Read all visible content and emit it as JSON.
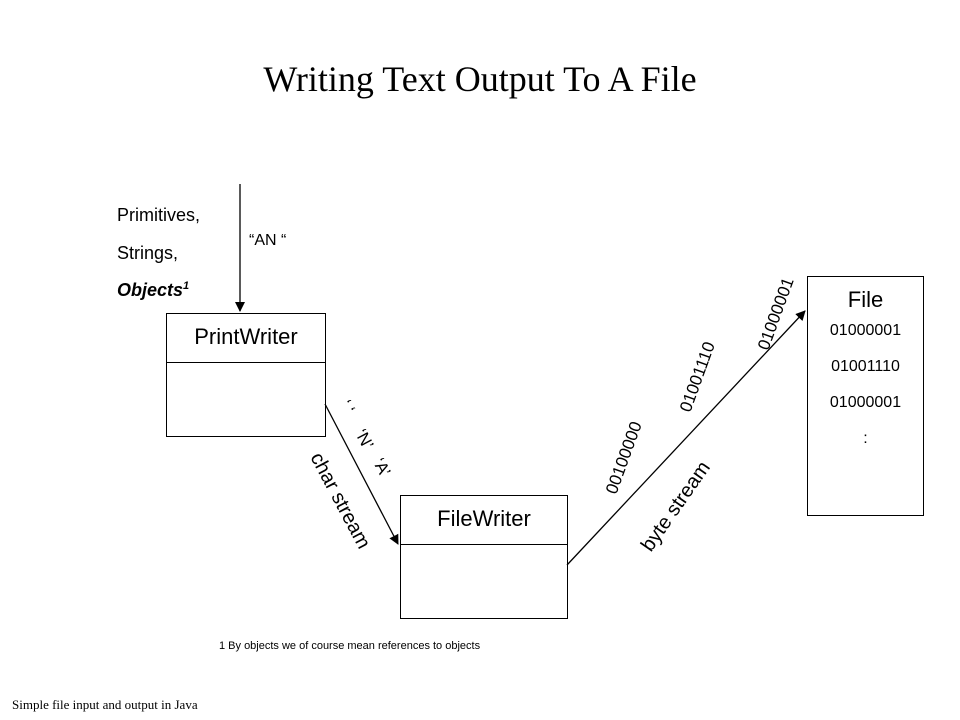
{
  "title": "Writing Text Output To A File",
  "inputs": {
    "line1": "Primitives,",
    "line2": "Strings,",
    "line3": "Objects",
    "footnote_mark": "1"
  },
  "string_value": "“AN “",
  "printwriter": {
    "label": "PrintWriter"
  },
  "filewriter": {
    "label": "FileWriter"
  },
  "chars": {
    "space": "‘ ‘",
    "n": "‘N’",
    "a": "‘A’"
  },
  "char_stream_label": "char stream",
  "bytes": [
    "00100000",
    "01001110",
    "01000001"
  ],
  "byte_stream_label": "byte stream",
  "file": {
    "title": "File",
    "lines": [
      "01000001",
      "01001110",
      "01000001",
      ":"
    ]
  },
  "footnote": "1 By objects we of course mean references to objects",
  "footer": "Simple file input and output in Java"
}
